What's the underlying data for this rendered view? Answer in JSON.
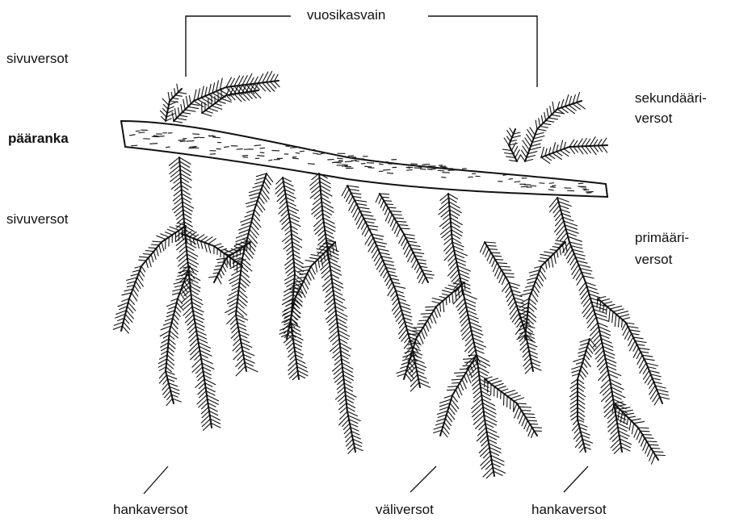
{
  "labels": {
    "annual_growth": "vuosikasvain",
    "side_shoots_top": "sivuversot",
    "main_branch": "pääranka",
    "side_shoots_bottom": "sivuversot",
    "secondary_shoots_line1": "sekundääri-",
    "secondary_shoots_line2": "versot",
    "primary_shoots_line1": "primääri-",
    "primary_shoots_line2": "versot",
    "axillary_shoots_left": "hankaversot",
    "intermediate_shoots": "väliversot",
    "axillary_shoots_right": "hankaversot"
  },
  "colors": {
    "ink": "#111111",
    "bark": "#2a2a2a",
    "background": "#ffffff"
  }
}
